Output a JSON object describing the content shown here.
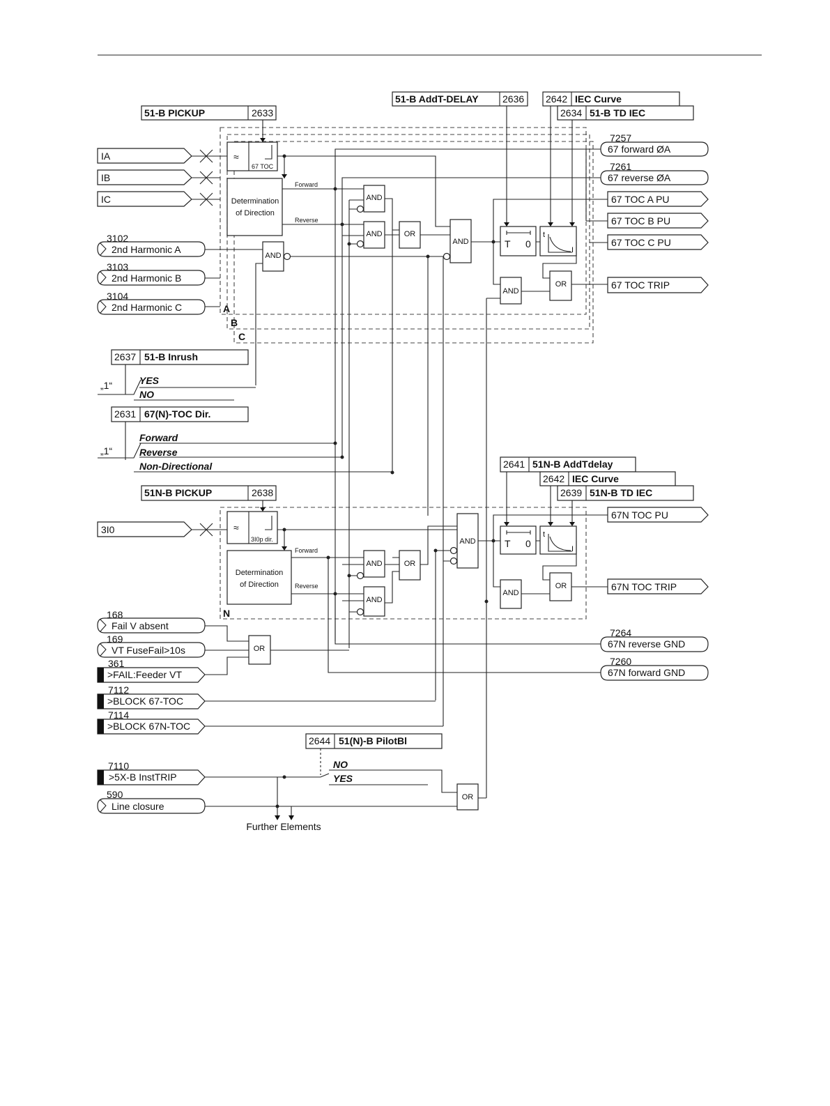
{
  "parameters": {
    "pickup_phase": {
      "name": "51-B PICKUP",
      "addr": "2633"
    },
    "addt_delay": {
      "name": "51-B AddT-DELAY",
      "addr": "2636"
    },
    "iec_curve": {
      "addr": "2642",
      "name": "IEC Curve"
    },
    "td_iec": {
      "addr": "2634",
      "name": "51-B TD IEC"
    },
    "inrush": {
      "addr": "2637",
      "name": "51-B Inrush",
      "options": [
        "YES",
        "NO"
      ]
    },
    "toc_dir": {
      "addr": "2631",
      "name": "67(N)-TOC Dir.",
      "options": [
        "Forward",
        "Reverse",
        "Non-Directional"
      ]
    },
    "n_addt": {
      "addr": "2641",
      "name": "51N-B AddTdelay"
    },
    "n_iec_curve": {
      "addr": "2642",
      "name": "IEC Curve"
    },
    "n_td_iec": {
      "addr": "2639",
      "name": "51N-B TD IEC"
    },
    "pickup_ground": {
      "name": "51N-B PICKUP",
      "addr": "2638"
    },
    "pilot": {
      "addr": "2644",
      "name": "51(N)-B PilotBl",
      "options": [
        "NO",
        "YES"
      ]
    }
  },
  "one_label": "„1“",
  "inputs": {
    "ia": "IA",
    "ib": "IB",
    "ic": "IC",
    "i0": "3I0"
  },
  "harmonics": [
    {
      "num": "3102",
      "label": "2nd Harmonic A"
    },
    {
      "num": "3103",
      "label": "2nd Harmonic B"
    },
    {
      "num": "3104",
      "label": "2nd Harmonic C"
    }
  ],
  "binary_inputs": [
    {
      "num": "168",
      "label": "Fail V absent"
    },
    {
      "num": "169",
      "label": "VT FuseFail>10s"
    },
    {
      "num": "361",
      "label": ">FAIL:Feeder VT"
    },
    {
      "num": "7112",
      "label": ">BLOCK 67-TOC"
    },
    {
      "num": "7114",
      "label": ">BLOCK 67N-TOC"
    },
    {
      "num": "7110",
      "label": ">5X-B InstTRIP"
    },
    {
      "num": "590",
      "label": "Line closure"
    }
  ],
  "outputs": {
    "fwd_a": {
      "num": "7257",
      "label": "67 forward ØA"
    },
    "rev_a": {
      "num": "7261",
      "label": "67 reverse ØA"
    },
    "toc_a_pu": "67 TOC A PU",
    "toc_b_pu": "67 TOC B PU",
    "toc_c_pu": "67 TOC C PU",
    "toc_trip": "67 TOC TRIP",
    "n_toc_pu": "67N TOC PU",
    "n_toc_trip": "67N TOC TRIP",
    "n_rev": {
      "num": "7264",
      "label": "67N reverse GND"
    },
    "n_fwd": {
      "num": "7260",
      "label": "67N forward GND"
    }
  },
  "blocks": {
    "direction_l1": "Determination",
    "direction_l2": "of Direction",
    "forward": "Forward",
    "reverse": "Reverse",
    "filter_phase": "67 TOC",
    "filter_ground": "3I0p dir.",
    "timer_t": "T",
    "timer_0": "0",
    "curve_t": "t",
    "curve_i": "I"
  },
  "gates": {
    "and": "AND",
    "or": "OR"
  },
  "phases": {
    "a": "A",
    "b": "B",
    "c": "C",
    "n": "N"
  },
  "further": "Further Elements"
}
